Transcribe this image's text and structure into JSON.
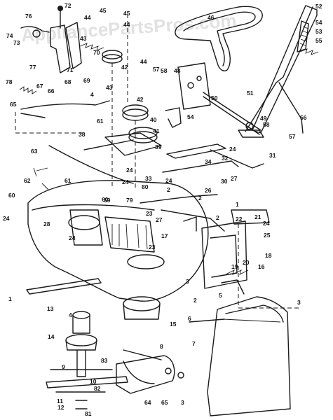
{
  "watermark": "AppliancePartsPros.com",
  "callouts": [
    "72",
    "76",
    "74",
    "73",
    "77",
    "71",
    "44",
    "45",
    "45",
    "44",
    "43",
    "70",
    "69",
    "42",
    "44",
    "46",
    "52",
    "54",
    "53",
    "55",
    "78",
    "67",
    "66",
    "68",
    "65",
    "4",
    "43",
    "57",
    "58",
    "48",
    "51",
    "50",
    "42",
    "40",
    "54",
    "56",
    "49",
    "58",
    "57",
    "38",
    "61",
    "41",
    "39",
    "63",
    "32",
    "24",
    "31",
    "62",
    "61",
    "60",
    "24",
    "33",
    "34",
    "24",
    "26",
    "30",
    "27",
    "2",
    "60",
    "59",
    "24",
    "80",
    "79",
    "23",
    "27",
    "2",
    "22",
    "21",
    "24",
    "25",
    "24",
    "23",
    "17",
    "18",
    "20",
    "19",
    "16",
    "3",
    "3",
    "2",
    "5",
    "4",
    "13",
    "15",
    "6",
    "14",
    "7",
    "82",
    "83",
    "8",
    "9",
    "10",
    "11",
    "12",
    "81",
    "64",
    "65",
    "3",
    "1",
    "24",
    "28",
    "2",
    "1"
  ]
}
